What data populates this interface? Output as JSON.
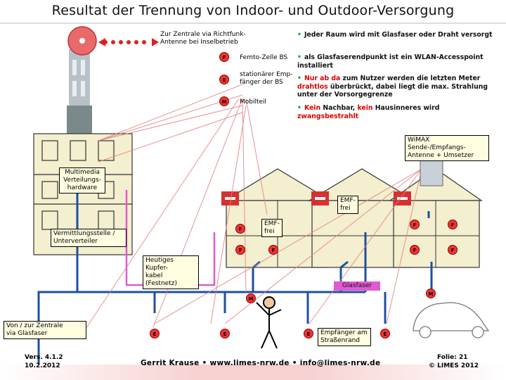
{
  "title": "Resultat der Trennung von Indoor- und Outdoor-Versorgung",
  "labels": {
    "zentrale_funk": "Zur Zentrale via Richtfunk-\nAntenne bei Inselbetrieb",
    "femto": "Femto-Zelle BS",
    "stationaer": "stationärer Emp-\nfänger der BS",
    "mobilteil": "Mobilteil",
    "multimedia": "Multimedia\nVerteilungs-\nhardware",
    "vermittlung": "Vermittlungsstelle /\nUnterverteiler",
    "kupfer": "Heutiges Kupfer-\nkabel (Festnetz)",
    "emf1": "EMF-\nfrei",
    "emf2": "EMF-\nfrei",
    "glasfaser": "Glasfaser",
    "wimax": "WiMAX Sende-/Empfangs-\nAntenne + Umsetzer",
    "zentrale_glas": "Von / zur Zentrale\nvia Glasfaser",
    "empfaenger_strasse": "Empfänger am\nStraßenrand"
  },
  "badges": {
    "f": "F",
    "e": "E",
    "m": "M"
  },
  "bullets": [
    {
      "text": "Jeder Raum wird mit Glasfaser oder Draht versorgt"
    },
    {
      "text": "als Glasfaserendpunkt ist ein WLAN-Accesspoint installiert"
    },
    {
      "pre": "Nur ab da",
      "mid": " zum Nutzer werden die letzten Meter ",
      "mid2": "drahtlos",
      "post": " überbrückt, dabei liegt die max. Strahlung unter der Vorsorgegrenze"
    },
    {
      "pre": "Kein",
      "mid": " Nachbar, ",
      "mid2": "kein",
      "post": " Hausinneres wird ",
      "end": "zwangsbestrahlt"
    }
  ],
  "footer": {
    "version": "Vers. 4.1.2",
    "date": "10.2.2012",
    "center": "Gerrit Krause • www.limes-nrw.de • info@limes-nrw.de",
    "folie": "Folie:  21",
    "copyright": "© LIMES 2012"
  },
  "colors": {
    "fiber": "#1f4fa0",
    "copper": "#e05ad0",
    "radio": "#e02020",
    "house_fill": "#f3efcf",
    "badge": "#e33"
  }
}
